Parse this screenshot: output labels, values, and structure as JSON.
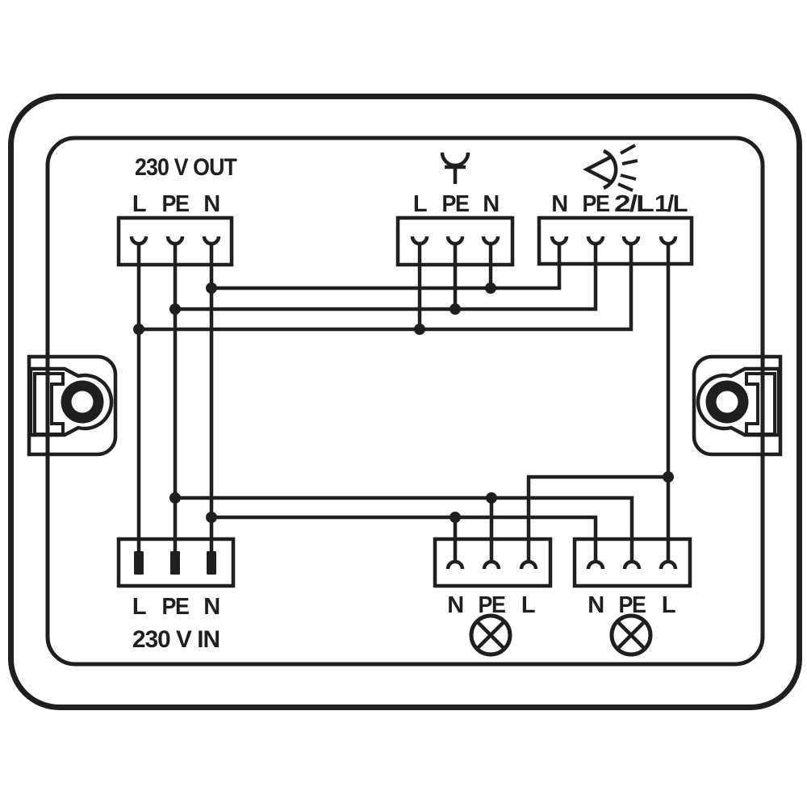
{
  "colors": {
    "frame_gray": "#6f6f6f",
    "panel_white": "#ffffff",
    "line_black": "#1f1f1f"
  },
  "titles": {
    "out": "230 V OUT",
    "in": "230 V IN"
  },
  "connectors": {
    "out_top": {
      "terminals": [
        "L",
        "PE",
        "N"
      ]
    },
    "ceiling_outlet": {
      "terminals": [
        "L",
        "PE",
        "N"
      ],
      "icon": "ceiling-outlet-icon"
    },
    "switched_lines": {
      "terminals": [
        "N",
        "PE",
        "2/L",
        "1/L"
      ],
      "icon": "headlight-icon"
    },
    "supply_in": {
      "terminals": [
        "L",
        "PE",
        "N"
      ]
    },
    "lamp_left": {
      "terminals": [
        "N",
        "PE",
        "L"
      ],
      "icon": "lamp-icon"
    },
    "lamp_right": {
      "terminals": [
        "N",
        "PE",
        "L"
      ],
      "icon": "lamp-icon"
    }
  }
}
